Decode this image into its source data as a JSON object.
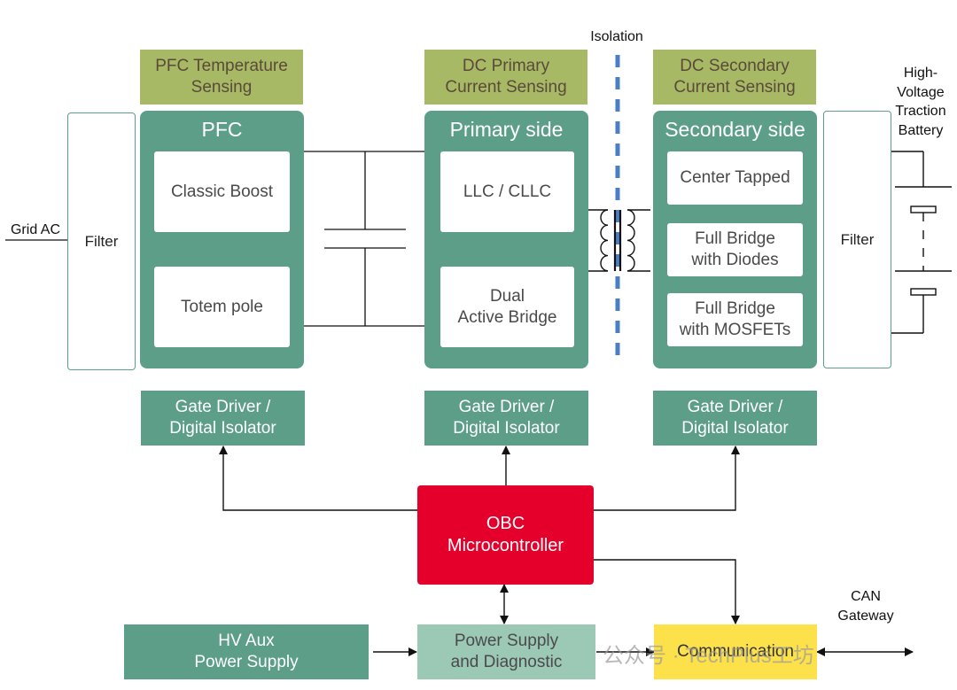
{
  "labels": {
    "isolation": "Isolation",
    "grid_ac": "Grid AC",
    "battery": "High-\nVoltage\nTraction\nBattery",
    "can_gateway": "CAN\nGateway"
  },
  "sensing": {
    "pfc_temp": "PFC Temperature\nSensing",
    "dc_primary": "DC Primary\nCurrent Sensing",
    "dc_secondary": "DC Secondary\nCurrent Sensing"
  },
  "filters": {
    "left": "Filter",
    "right": "Filter"
  },
  "pfc": {
    "title": "PFC",
    "block1": "Classic Boost",
    "block2": "Totem pole"
  },
  "primary": {
    "title": "Primary side",
    "block1": "LLC / CLLC",
    "block2": "Dual\nActive Bridge"
  },
  "secondary": {
    "title": "Secondary side",
    "block1": "Center Tapped",
    "block2": "Full Bridge\nwith Diodes",
    "block3": "Full Bridge\nwith MOSFETs"
  },
  "gate_driver": {
    "label": "Gate Driver /\nDigital Isolator"
  },
  "bottom": {
    "obc": "OBC\nMicrocontroller",
    "hv_aux": "HV Aux\nPower Supply",
    "power_supply": "Power Supply\nand Diagnostic",
    "communication": "Communication"
  },
  "watermark": "公众号 · TechPlus工坊",
  "colors": {
    "green": "#5c9e88",
    "olive": "#a8b965",
    "red": "#e4002b",
    "light_green": "#9cc8b6",
    "yellow": "#fde14a",
    "isolation_blue": "#4a7fc6"
  }
}
